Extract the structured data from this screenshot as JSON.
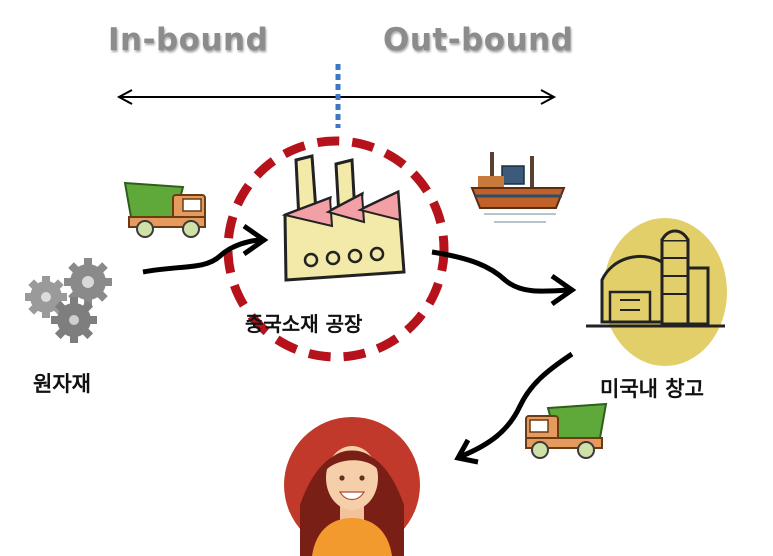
{
  "header": {
    "inbound_label": "In-bound",
    "outbound_label": "Out-bound"
  },
  "nodes": {
    "raw_material": "원자재",
    "china_factory": "중국소재 공장",
    "us_warehouse": "미국내 창고"
  },
  "colors": {
    "header_text": "#8c8c8c",
    "divider": "#3d78c4",
    "factory_circle": "#b5121b",
    "truck_cargo": "#5fa83a",
    "truck_cab": "#e59a5e",
    "warehouse_bg": "#e3cf6a",
    "customer_bg": "#c0392b"
  },
  "icons": [
    "gears-icon",
    "truck-icon",
    "factory-icon",
    "ship-icon",
    "warehouse-icon",
    "customer-icon"
  ]
}
